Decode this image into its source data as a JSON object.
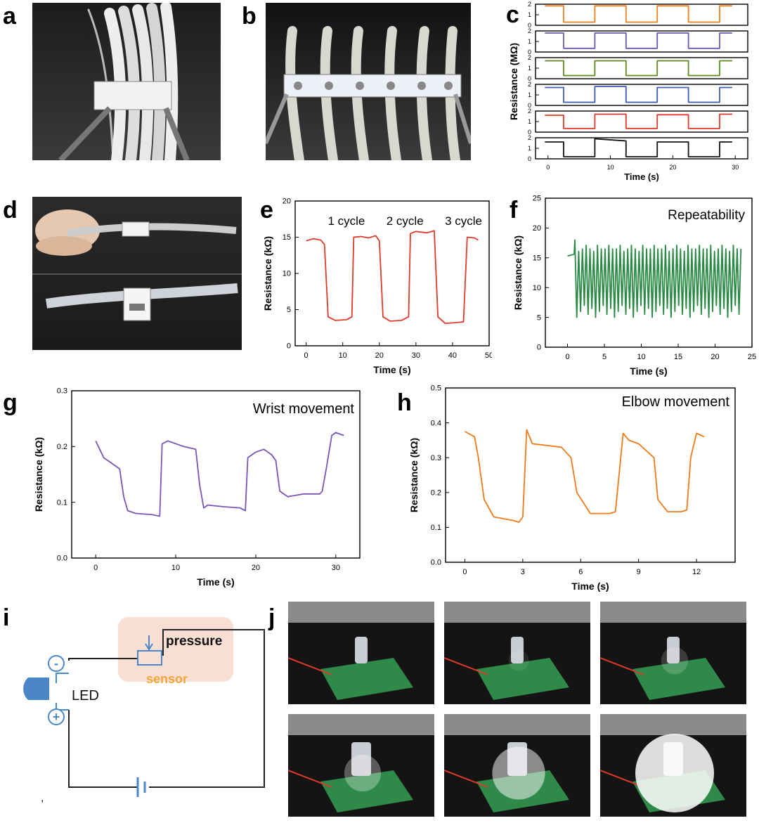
{
  "labels": {
    "a": "a",
    "b": "b",
    "c": "c",
    "d": "d",
    "e": "e",
    "f": "f",
    "g": "g",
    "h": "h",
    "i": "i",
    "j": "j"
  },
  "colors": {
    "orange": "#f0801e",
    "purple": "#6a5bb0",
    "olive": "#5e8a1e",
    "blue": "#3d5bb8",
    "red": "#e03a2a",
    "black": "#111111",
    "green": "#2a8a45",
    "violet": "#7a55b5",
    "elbow_orange": "#f07a1a",
    "sensor_box": "#f9dfd3",
    "led_blue": "#4a86c8",
    "sensor_text": "#f0a73a"
  },
  "chart_data": [
    {
      "id": "c",
      "type": "line",
      "xlabel": "Time (s)",
      "ylabel": "Resistance (MΩ)",
      "xlim": [
        -2,
        32
      ],
      "xticks": [
        0,
        10,
        20,
        30
      ],
      "ylim": [
        0,
        2
      ],
      "yticks": [
        0,
        1,
        2
      ],
      "series": [
        {
          "color": "orange",
          "x": [
            -0.5,
            2.5,
            2.5,
            7.5,
            7.5,
            12.5,
            12.5,
            17.5,
            17.5,
            22.5,
            22.5,
            27.5,
            27.5,
            29.5
          ],
          "values": [
            1.85,
            1.85,
            0.3,
            0.3,
            1.85,
            1.85,
            0.3,
            0.3,
            1.85,
            1.85,
            0.3,
            0.3,
            1.85,
            1.85
          ]
        },
        {
          "color": "purple",
          "x": [
            -0.5,
            2.5,
            2.5,
            7.5,
            7.5,
            12.5,
            12.5,
            17.5,
            17.5,
            22.5,
            22.5,
            27.5,
            27.5,
            29.5
          ],
          "values": [
            1.8,
            1.8,
            0.35,
            0.35,
            1.8,
            1.8,
            0.35,
            0.35,
            1.8,
            1.8,
            0.35,
            0.35,
            1.8,
            1.8
          ]
        },
        {
          "color": "olive",
          "x": [
            -0.5,
            2.5,
            2.5,
            7.5,
            7.5,
            12.5,
            12.5,
            17.5,
            17.5,
            22.5,
            22.5,
            27.5,
            27.5,
            29.5
          ],
          "values": [
            1.7,
            1.7,
            0.3,
            0.3,
            1.7,
            1.7,
            0.3,
            0.3,
            1.7,
            1.7,
            0.3,
            0.3,
            1.7,
            1.7
          ]
        },
        {
          "color": "blue",
          "x": [
            -0.5,
            2.5,
            2.5,
            7.5,
            7.5,
            12.5,
            12.5,
            17.5,
            17.5,
            22.5,
            22.5,
            27.5,
            27.5,
            29.5
          ],
          "values": [
            1.7,
            1.7,
            0.3,
            0.3,
            1.8,
            1.8,
            0.3,
            0.3,
            1.7,
            1.7,
            0.3,
            0.3,
            1.7,
            1.7
          ]
        },
        {
          "color": "red",
          "x": [
            -0.5,
            2.5,
            2.5,
            7.5,
            7.5,
            12.5,
            12.5,
            17.5,
            17.5,
            22.5,
            22.5,
            27.5,
            27.5,
            29.5
          ],
          "values": [
            1.6,
            1.6,
            0.35,
            0.35,
            1.7,
            1.7,
            0.35,
            0.35,
            1.65,
            1.65,
            0.35,
            0.35,
            1.7,
            1.7
          ]
        },
        {
          "color": "black",
          "x": [
            -0.5,
            2.5,
            2.5,
            7.5,
            7.5,
            12.5,
            12.5,
            17.5,
            17.5,
            22.5,
            22.5,
            27.5,
            27.5,
            29.5
          ],
          "values": [
            1.6,
            1.6,
            0.2,
            0.2,
            1.9,
            1.7,
            0.2,
            0.2,
            1.6,
            1.6,
            0.2,
            0.2,
            1.6,
            1.6
          ]
        }
      ]
    },
    {
      "id": "e",
      "type": "line",
      "xlabel": "Time (s)",
      "ylabel": "Resistance (kΩ)",
      "xlim": [
        -3,
        50
      ],
      "xticks": [
        0,
        10,
        20,
        30,
        40,
        50
      ],
      "ylim": [
        0,
        20
      ],
      "yticks": [
        0,
        5,
        10,
        15,
        20
      ],
      "annotations": [
        "1 cycle",
        "2 cycle",
        "3 cycle"
      ],
      "series": [
        {
          "color": "red",
          "x": [
            0,
            2,
            4,
            5,
            6,
            8,
            11,
            12.5,
            13,
            15,
            17,
            19,
            20,
            21,
            23,
            26,
            28,
            28.5,
            30,
            33,
            35,
            36,
            38,
            41,
            43,
            44,
            46,
            47
          ],
          "values": [
            14.5,
            14.8,
            14.6,
            14,
            4,
            3.5,
            3.6,
            4,
            15,
            15.1,
            14.9,
            15.2,
            14.5,
            4,
            3.4,
            3.5,
            4,
            15.5,
            15.8,
            15.6,
            15.9,
            4,
            3.1,
            3.2,
            3.3,
            15,
            14.9,
            14.6
          ]
        }
      ]
    },
    {
      "id": "f",
      "type": "line",
      "xlabel": "Time (s)",
      "ylabel": "Resistance (kΩ)",
      "xlim": [
        -3,
        25
      ],
      "xticks": [
        0,
        5,
        10,
        15,
        20,
        25
      ],
      "ylim": [
        0,
        25
      ],
      "yticks": [
        0,
        5,
        10,
        15,
        20,
        25
      ],
      "annotations": [
        "Repeatability"
      ],
      "series": [
        {
          "color": "green",
          "start": 0,
          "end": 23.5,
          "cycles": 44,
          "high": 16.5,
          "low": 5
        }
      ]
    },
    {
      "id": "g",
      "type": "line",
      "xlabel": "Time (s)",
      "ylabel": "Resistance (kΩ)",
      "xlim": [
        -3,
        33
      ],
      "xticks": [
        0,
        10,
        20,
        30
      ],
      "ylim": [
        0,
        0.3
      ],
      "yticks": [
        0.0,
        0.1,
        0.2,
        0.3
      ],
      "annotations": [
        "Wrist movement"
      ],
      "series": [
        {
          "color": "violet",
          "x": [
            0,
            0.5,
            1,
            2,
            3,
            3.5,
            4,
            5,
            7,
            8,
            8.3,
            9,
            11,
            12.5,
            13,
            13.5,
            14,
            16,
            18,
            18.7,
            19,
            20,
            21,
            22,
            22.5,
            23,
            24,
            26,
            28,
            28.3,
            28.8,
            29.5,
            30,
            31
          ],
          "values": [
            0.21,
            0.195,
            0.18,
            0.17,
            0.16,
            0.11,
            0.085,
            0.08,
            0.078,
            0.075,
            0.205,
            0.21,
            0.2,
            0.195,
            0.13,
            0.09,
            0.095,
            0.092,
            0.09,
            0.085,
            0.18,
            0.19,
            0.195,
            0.185,
            0.175,
            0.12,
            0.11,
            0.115,
            0.115,
            0.12,
            0.16,
            0.22,
            0.225,
            0.22
          ]
        }
      ]
    },
    {
      "id": "h",
      "type": "line",
      "xlabel": "Time (s)",
      "ylabel": "Resistance (kΩ)",
      "xlim": [
        -1,
        14
      ],
      "xticks": [
        0,
        3,
        6,
        9,
        12
      ],
      "ylim": [
        0.0,
        0.5
      ],
      "yticks": [
        0.0,
        0.1,
        0.2,
        0.3,
        0.4,
        0.5
      ],
      "annotations": [
        "Elbow movement"
      ],
      "series": [
        {
          "color": "elbow_orange",
          "x": [
            0,
            0.5,
            0.7,
            1,
            1.5,
            2.5,
            2.8,
            3,
            3.2,
            3.5,
            5,
            5.5,
            5.8,
            6.5,
            7.5,
            7.8,
            8.2,
            8.5,
            9,
            9.8,
            10,
            10.5,
            11.2,
            11.5,
            11.7,
            12,
            12.4
          ],
          "values": [
            0.375,
            0.36,
            0.3,
            0.18,
            0.13,
            0.12,
            0.115,
            0.13,
            0.38,
            0.34,
            0.33,
            0.3,
            0.2,
            0.14,
            0.14,
            0.145,
            0.37,
            0.35,
            0.34,
            0.3,
            0.18,
            0.145,
            0.145,
            0.15,
            0.3,
            0.37,
            0.36
          ]
        }
      ]
    }
  ],
  "circuit": {
    "pressure": "pressure",
    "sensor": "sensor",
    "led": "LED",
    "minus": "-",
    "plus": "+",
    "comma": ","
  }
}
